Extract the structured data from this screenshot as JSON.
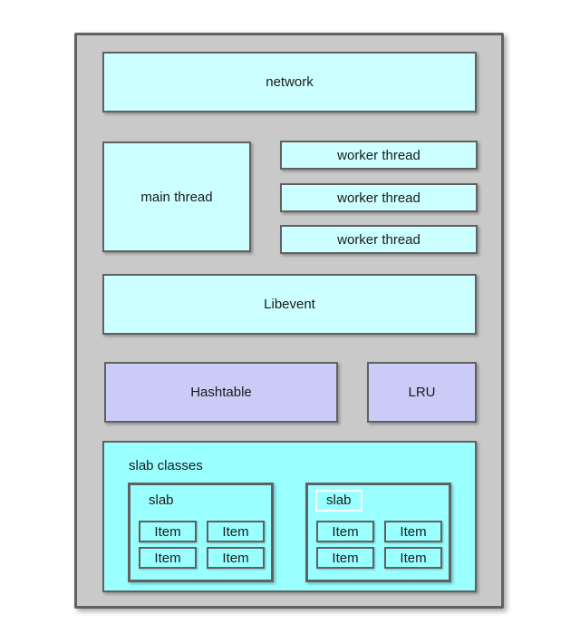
{
  "container": {
    "network": "network",
    "main_thread": "main thread",
    "worker_threads": [
      "worker thread",
      "worker thread",
      "worker thread"
    ],
    "libevent": "Libevent",
    "hashtable": "Hashtable",
    "lru": "LRU",
    "slab_classes": {
      "label": "slab classes",
      "slabs": [
        {
          "label": "slab",
          "highlighted": false,
          "items": [
            "Item",
            "Item",
            "Item",
            "Item"
          ]
        },
        {
          "label": "slab",
          "highlighted": true,
          "items": [
            "Item",
            "Item",
            "Item",
            "Item"
          ]
        }
      ]
    }
  },
  "colors": {
    "page_background": "#ffffff",
    "container_fill": "#c9c9c9",
    "border": "#616161",
    "light_cyan_fill": "#ccffff",
    "lavender_fill": "#cbcbf7",
    "bright_cyan_fill": "#99ffff",
    "slab_label_highlight_border": "#fafafa",
    "text": "#1a1a1a"
  }
}
